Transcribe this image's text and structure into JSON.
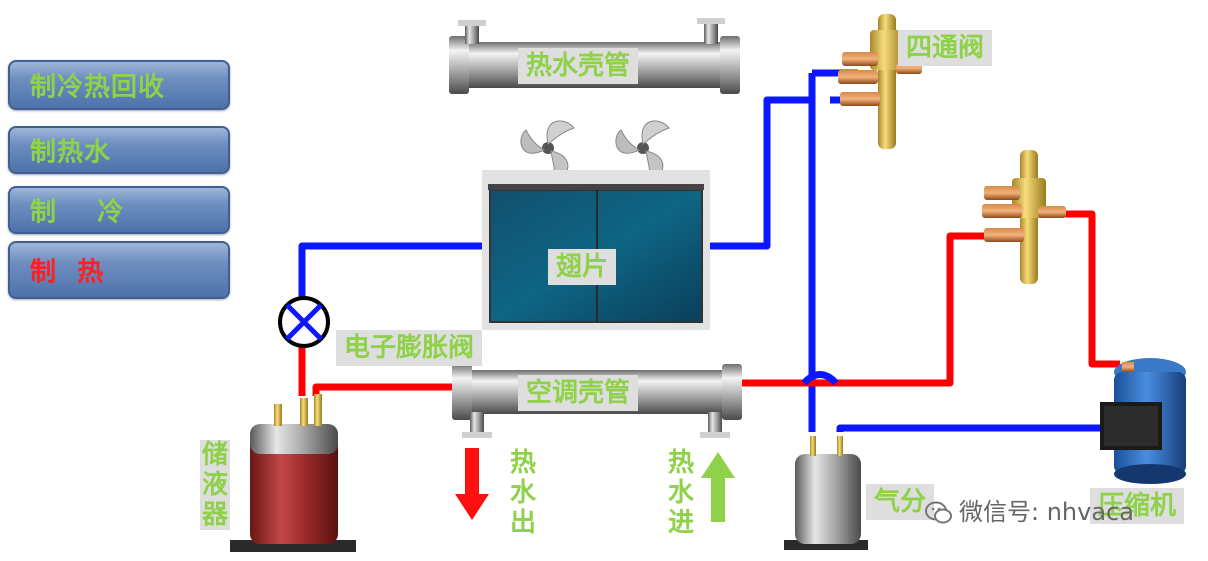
{
  "mode_buttons": [
    {
      "label": "制冷热回收",
      "active": false
    },
    {
      "label": "制热水",
      "active": false
    },
    {
      "label": "制    冷",
      "active": false
    },
    {
      "label": "制  热",
      "active": true
    }
  ],
  "components": {
    "hot_water_shell_tube": "热水壳管",
    "fin_coil": "翅片",
    "four_way_valve": "四通阀",
    "expansion_valve": "电子膨胀阀",
    "ac_shell_tube": "空调壳管",
    "receiver": "储液器",
    "gas_separator": "气分",
    "compressor": "压缩机"
  },
  "water_flow": {
    "hot_water_out": "热水出",
    "hot_water_in": "热水进"
  },
  "watermark": "微信号: nhvaca",
  "colors": {
    "low_pressure_line": "#0a17ff",
    "high_pressure_line": "#ff0000",
    "label_text": "#8fd24a",
    "active_mode_text": "#ff2020",
    "water_out_arrow": "#ff1010",
    "water_in_arrow": "#8fd24a"
  }
}
